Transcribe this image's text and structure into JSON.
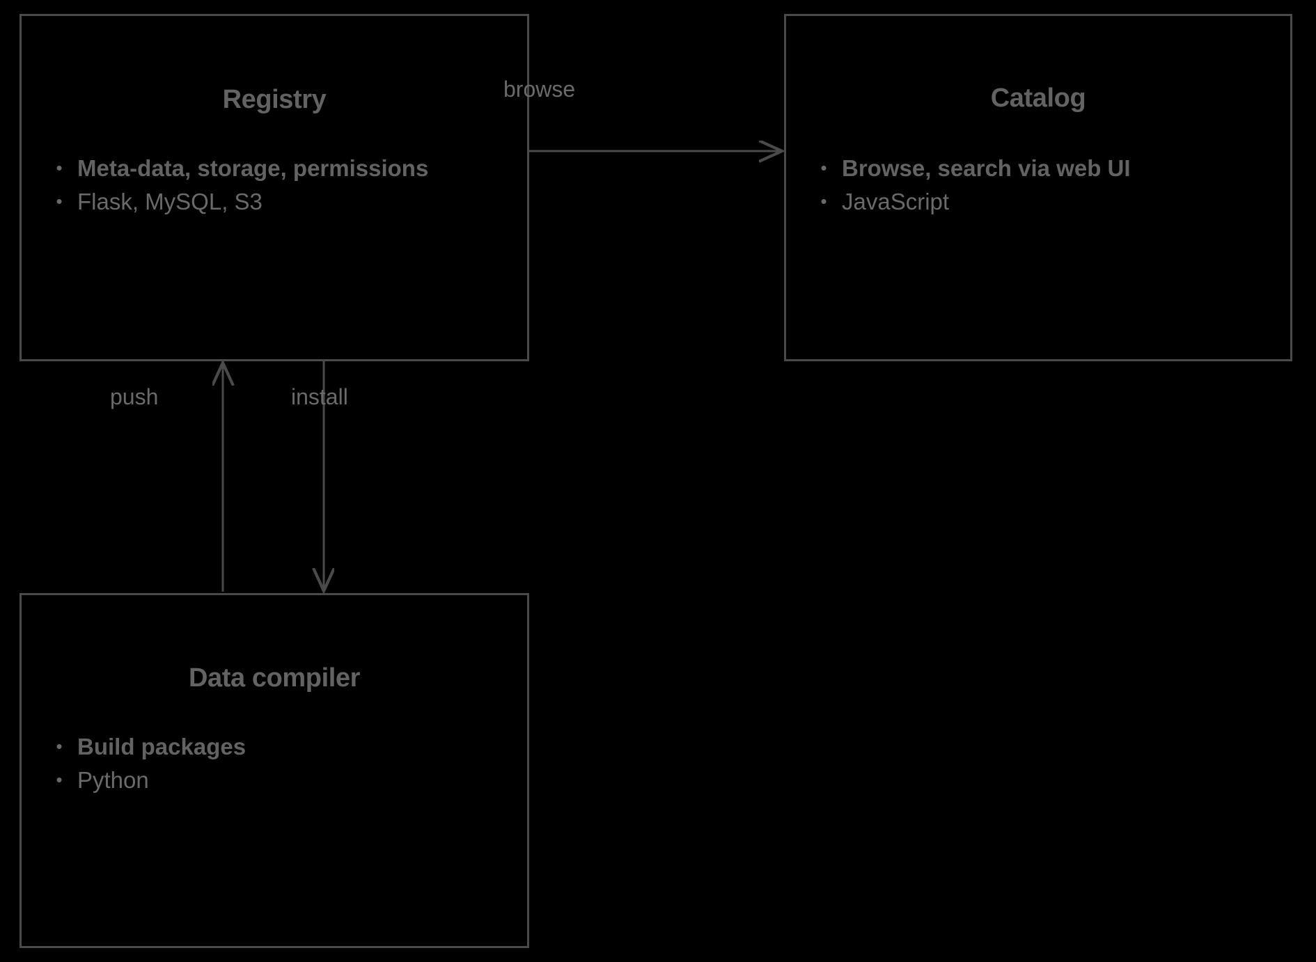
{
  "diagram": {
    "type": "block-diagram",
    "background_color": "#000000",
    "stroke_color": "#4a4a4a",
    "text_color": "#6a6a6a",
    "heading_color": "#636363",
    "nodes": [
      {
        "id": "registry",
        "title": "Registry",
        "bullets": [
          {
            "text": "Meta-data, storage, permissions",
            "bold": true
          },
          {
            "text": "Flask, MySQL, S3",
            "bold": false
          }
        ]
      },
      {
        "id": "catalog",
        "title": "Catalog",
        "bullets": [
          {
            "text": "Browse, search via web UI",
            "bold": true
          },
          {
            "text": "JavaScript",
            "bold": false
          }
        ]
      },
      {
        "id": "data-compiler",
        "title": "Data compiler",
        "bullets": [
          {
            "text": "Build packages",
            "bold": true
          },
          {
            "text": "Python",
            "bold": false
          }
        ]
      }
    ],
    "edges": [
      {
        "id": "browse",
        "label": "browse",
        "from": "registry",
        "to": "catalog",
        "direction": "right"
      },
      {
        "id": "push",
        "label": "push",
        "from": "data-compiler",
        "to": "registry",
        "direction": "up"
      },
      {
        "id": "install",
        "label": "install",
        "from": "registry",
        "to": "data-compiler",
        "direction": "down"
      }
    ],
    "bullet_glyph": "•"
  }
}
